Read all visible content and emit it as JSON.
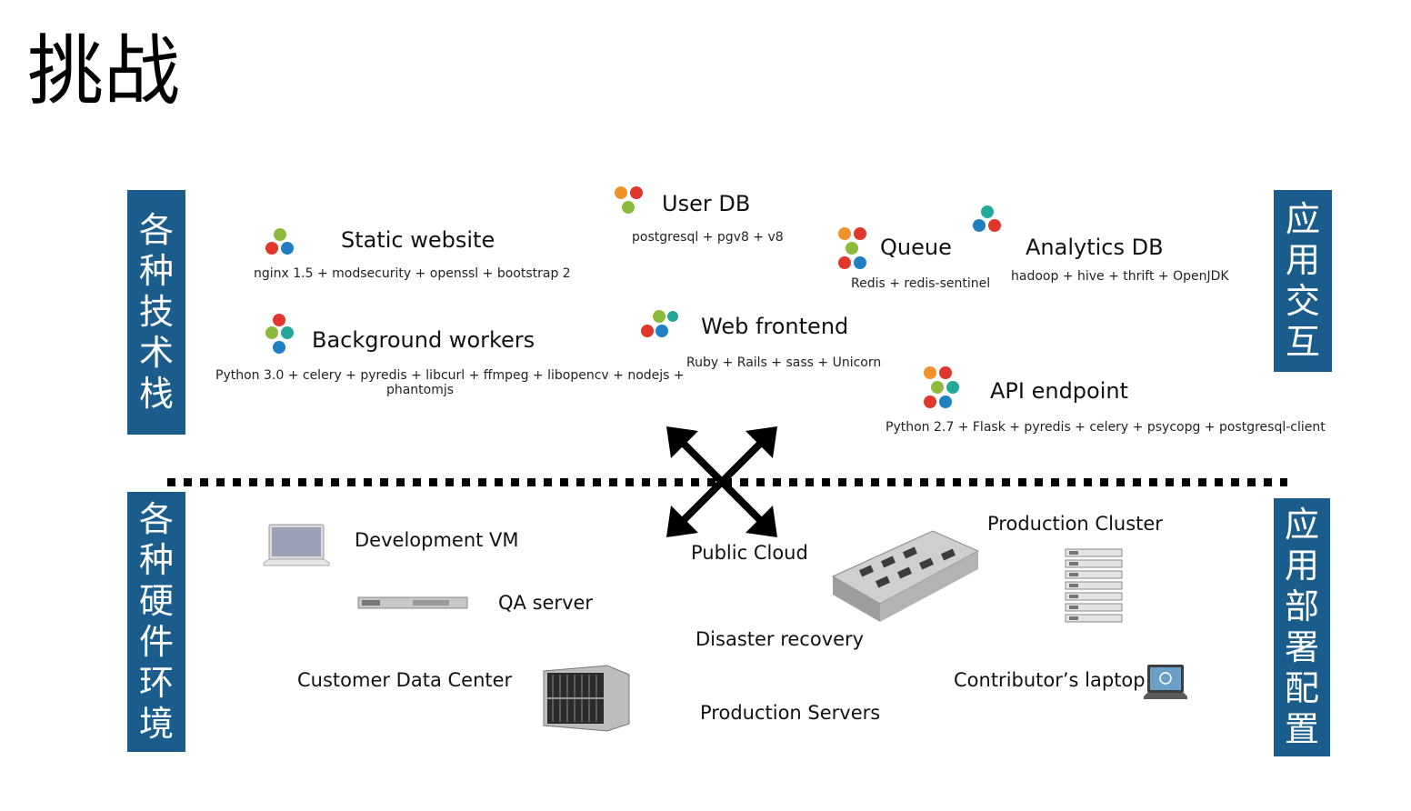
{
  "title": "挑战",
  "bands": {
    "tech_stack": [
      "各",
      "种",
      "技",
      "术",
      "栈"
    ],
    "app_interaction": [
      "应",
      "用",
      "交",
      "互"
    ],
    "hardware_env": [
      "各",
      "种",
      "硬",
      "件",
      "环",
      "境"
    ],
    "app_deploy": [
      "应",
      "用",
      "部",
      "署",
      "配",
      "置"
    ]
  },
  "services": {
    "static_website": {
      "name": "Static website",
      "tech": "nginx 1.5 + modsecurity + openssl + bootstrap 2"
    },
    "user_db": {
      "name": "User DB",
      "tech": "postgresql + pgv8 + v8"
    },
    "queue": {
      "name": "Queue",
      "tech": "Redis + redis-sentinel"
    },
    "analytics_db": {
      "name": "Analytics DB",
      "tech": "hadoop + hive + thrift + OpenJDK"
    },
    "background_workers": {
      "name": "Background workers",
      "tech_line1": "Python 3.0 + celery + pyredis + libcurl + ffmpeg + libopencv + nodejs +",
      "tech_line2": "phantomjs"
    },
    "web_frontend": {
      "name": "Web frontend",
      "tech": "Ruby + Rails + sass + Unicorn"
    },
    "api_endpoint": {
      "name": "API endpoint",
      "tech": "Python 2.7 + Flask + pyredis + celery + psycopg + postgresql-client"
    }
  },
  "hardware": {
    "development_vm": "Development VM",
    "qa_server": "QA server",
    "customer_data_center": "Customer Data Center",
    "public_cloud": "Public Cloud",
    "disaster_recovery": "Disaster recovery",
    "production_servers": "Production Servers",
    "production_cluster": "Production Cluster",
    "contributors_laptop": "Contributor’s laptop"
  },
  "colors": {
    "band": "#1a5d8c",
    "hex_red": "#e0362b",
    "hex_green": "#8cba3c",
    "hex_blue": "#1f7fc2",
    "hex_orange": "#f0932d",
    "hex_teal": "#24a89a"
  },
  "icons": [
    "hex-cluster-icon",
    "cross-arrows-icon",
    "laptop-icon",
    "rack-server-icon",
    "blade-chassis-icon",
    "server-board-icon",
    "server-stack-icon",
    "dell-laptop-icon"
  ]
}
